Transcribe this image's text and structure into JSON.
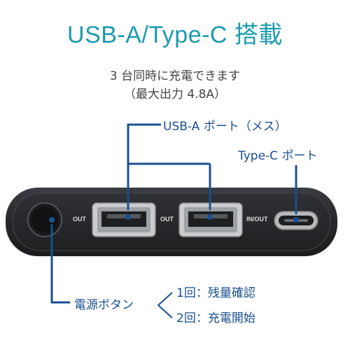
{
  "title": "USB-A/Type-C 搭載",
  "subtitle_line1": "3 台同時に充電できます",
  "subtitle_line2": "（最大出力 4.8A）",
  "callouts": {
    "usb_a_port": "USB-A ポート（メス）",
    "type_c_port": "Type-C ポート",
    "power_button": "電源ボタン",
    "press_once": "1回：残量確認",
    "press_twice": "2回：充電開始"
  },
  "port_labels": {
    "out1": "OUT",
    "out2": "OUT",
    "in_out": "IN/OUT"
  },
  "colors": {
    "title": "#1d9bae",
    "callout": "#1a4f8f",
    "device_body": "#2a2c2f"
  }
}
